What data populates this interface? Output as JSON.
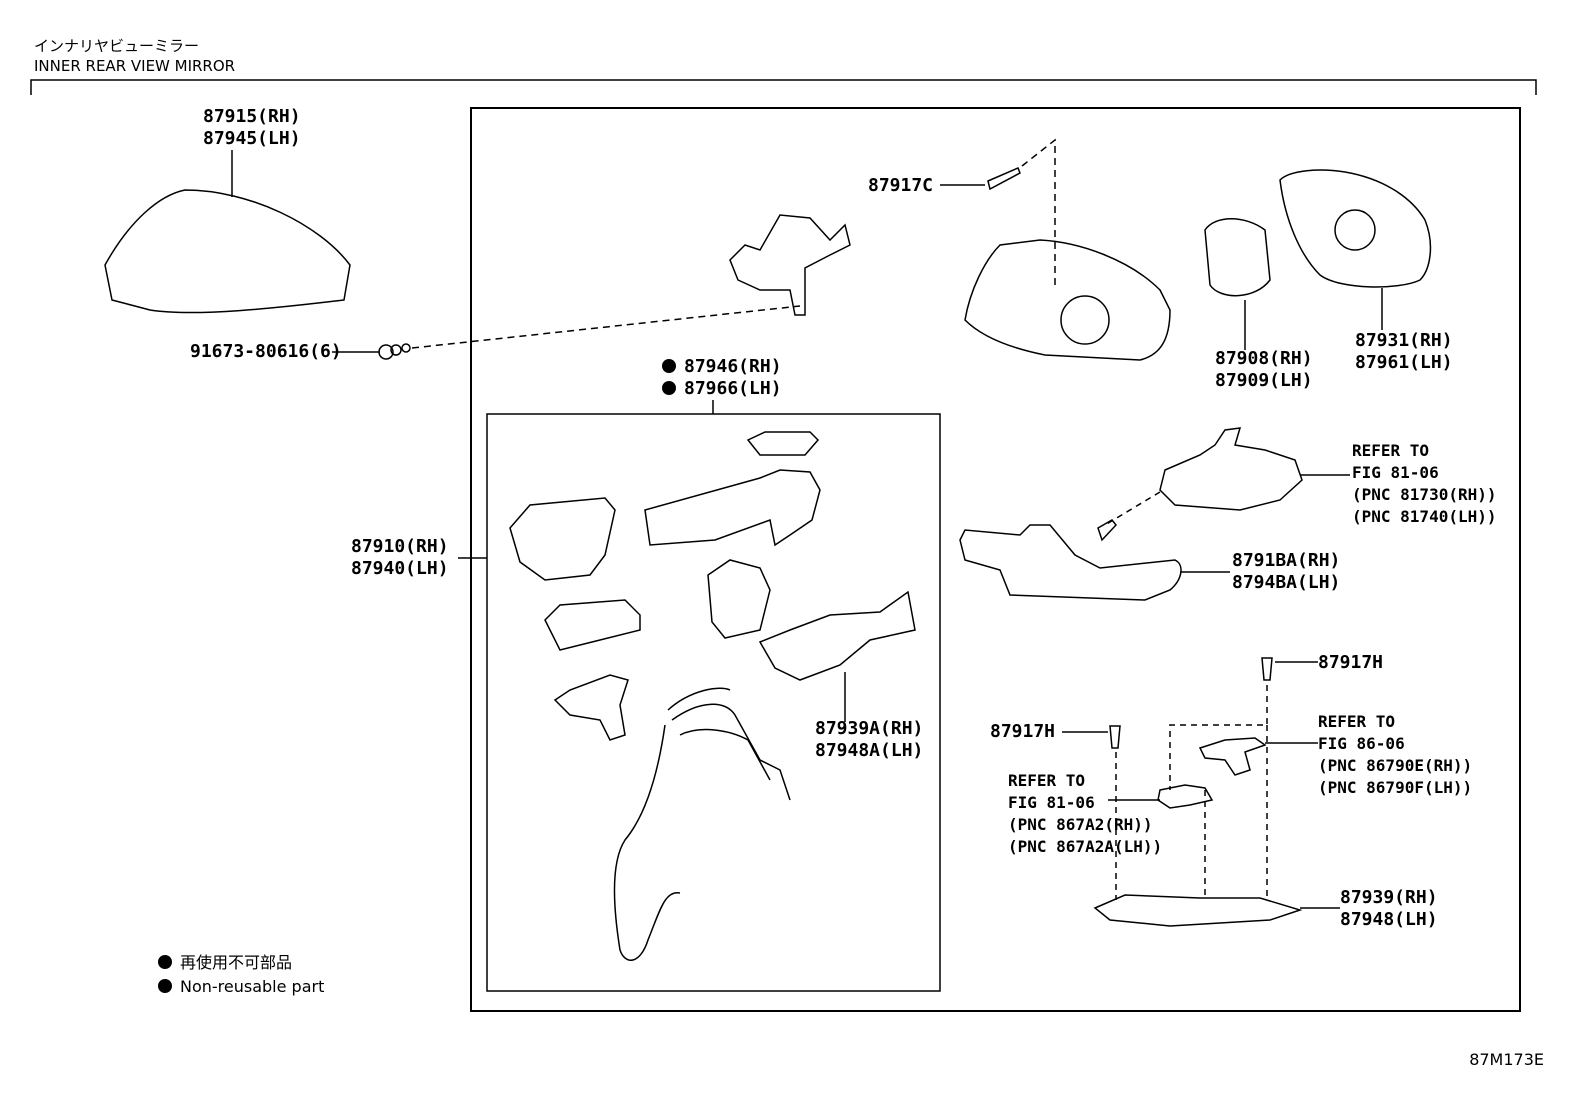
{
  "title": {
    "jp": "インナリヤビューミラー",
    "en": "INNER REAR VIEW MIRROR"
  },
  "labels": {
    "cover": [
      "87915(RH)",
      "87945(LH)"
    ],
    "bolt_left": "91673-80616(6)",
    "screw_top": "87917C",
    "mirror_assy": [
      "87910(RH)",
      "87940(LH)"
    ],
    "sub_assy": [
      "87946(RH)",
      "87966(LH)"
    ],
    "actuator": [
      "87908(RH)",
      "87909(LH)"
    ],
    "glass": [
      "87931(RH)",
      "87961(LH)"
    ],
    "cover_inner": [
      "87939A(RH)",
      "87948A(LH)"
    ],
    "garnish": [
      "8791BA(RH)",
      "8794BA(LH)"
    ],
    "screw_right": "87917H",
    "screw_mid": "87917H",
    "lower_cover": [
      "87939(RH)",
      "87948(LH)"
    ]
  },
  "refs": {
    "ref1": [
      "REFER TO",
      "FIG 81-06",
      "(PNC 81730(RH))",
      "(PNC 81740(LH))"
    ],
    "ref2": [
      "REFER TO",
      "FIG 86-06",
      "(PNC 86790E(RH))",
      "(PNC 86790F(LH))"
    ],
    "ref3": [
      "REFER TO",
      "FIG 81-06",
      "(PNC 867A2(RH))",
      "(PNC 867A2A(LH))"
    ]
  },
  "legend": {
    "jp": "再使用不可部品",
    "en": "Non-reusable part"
  },
  "figure_code": "87M173E"
}
